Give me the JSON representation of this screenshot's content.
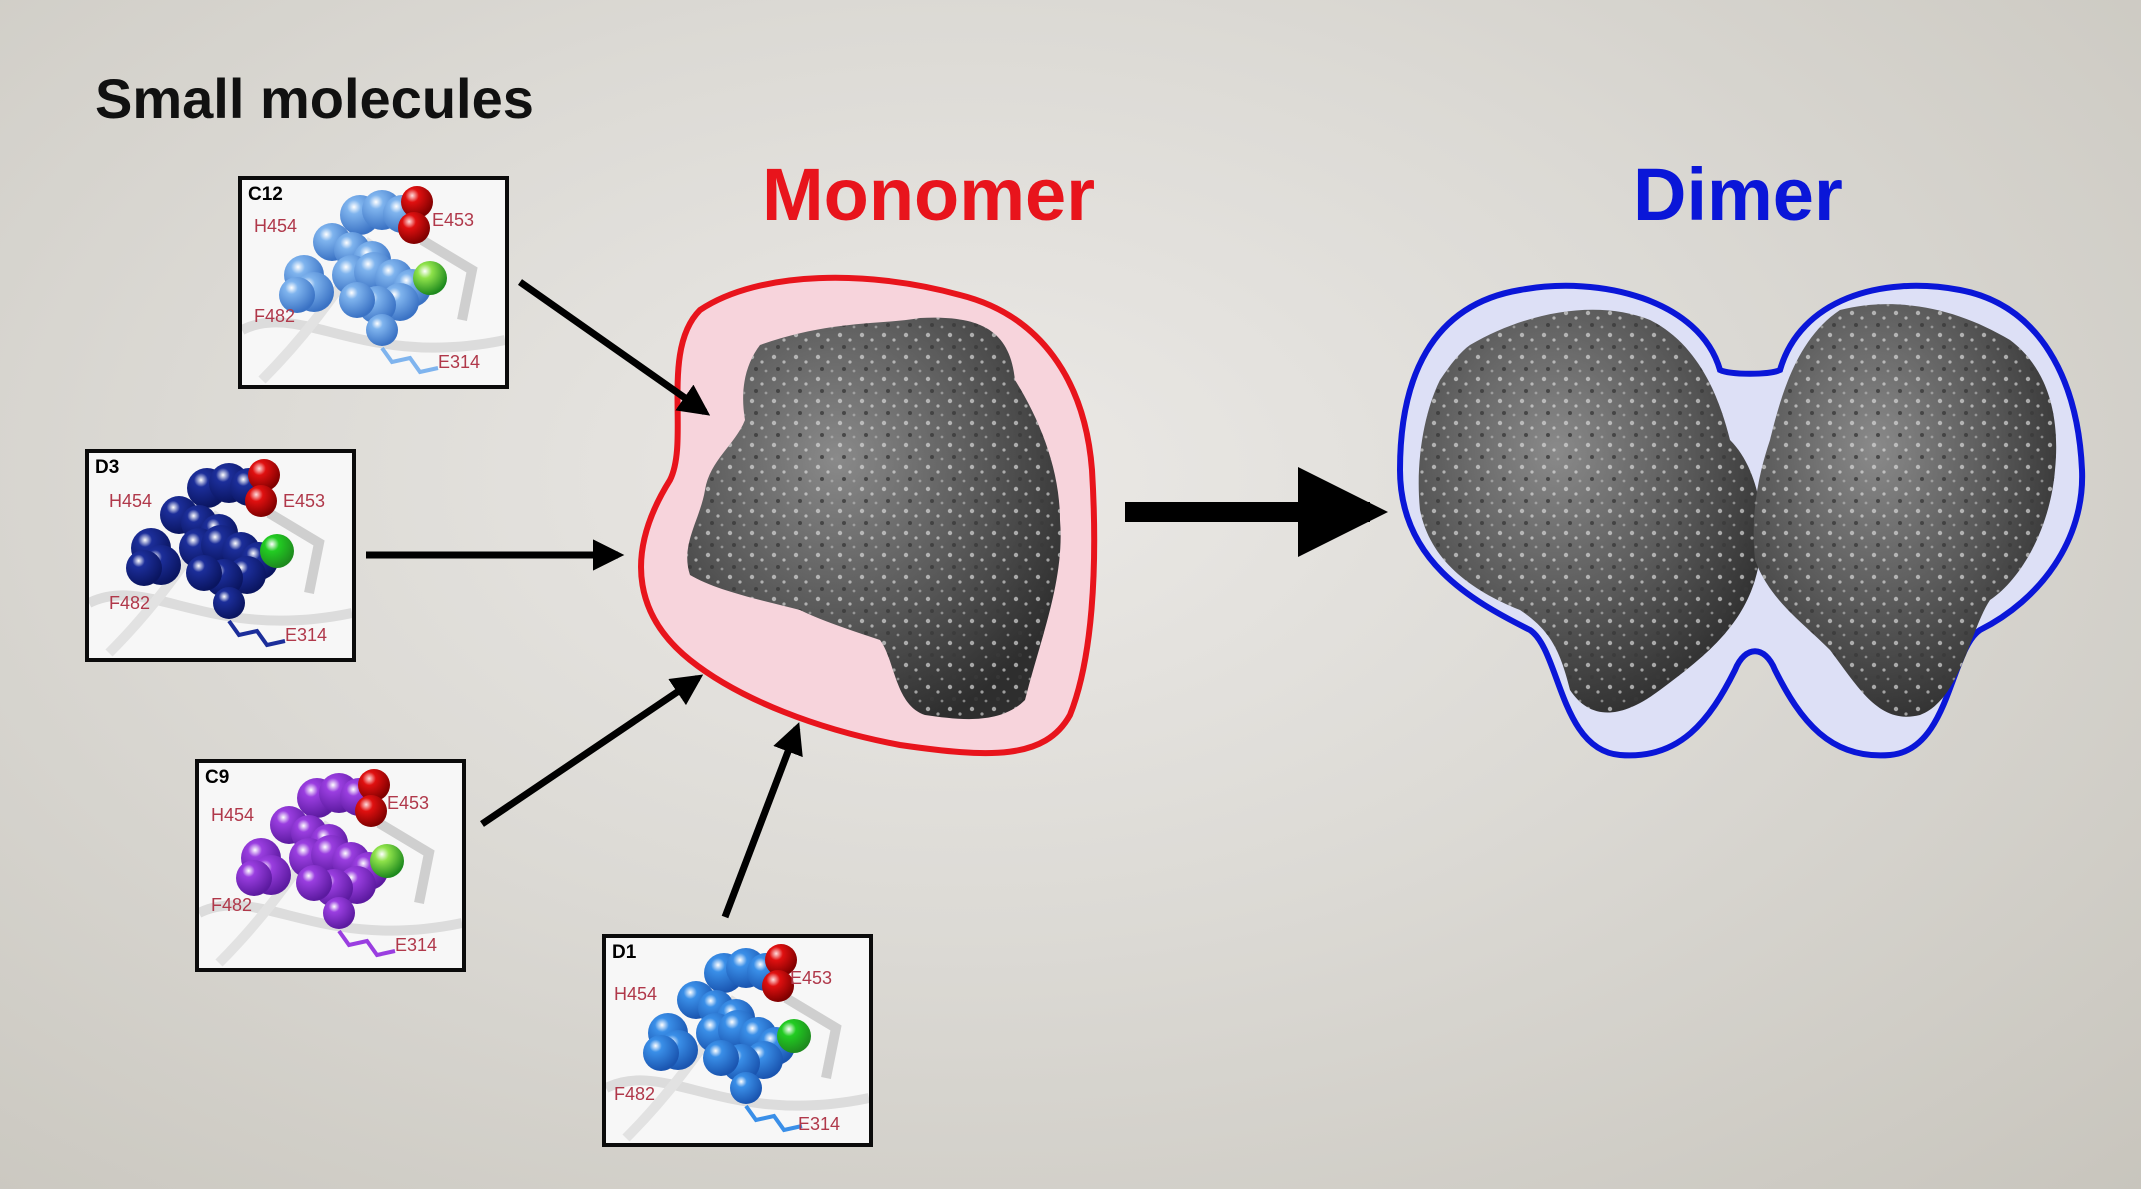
{
  "header": {
    "title": "Small molecules"
  },
  "monomer": {
    "label": "Monomer",
    "color": "#e8141c"
  },
  "dimer": {
    "label": "Dimer",
    "color": "#0a16d8"
  },
  "residues": {
    "his": "H454",
    "glu453": "E453",
    "phe": "F482",
    "glu314": "E314"
  },
  "molecules": [
    {
      "id": "C12",
      "color": "#7fb4ee",
      "dark": "#3a72c4",
      "halogen": "#8ee24a"
    },
    {
      "id": "D3",
      "color": "#1c2e9a",
      "dark": "#0a1560",
      "halogen": "#22cc22"
    },
    {
      "id": "C9",
      "color": "#9a3ee0",
      "dark": "#5c1aa0",
      "halogen": "#8ee24a"
    },
    {
      "id": "D1",
      "color": "#3a8fe8",
      "dark": "#1a55b0",
      "halogen": "#22cc22"
    }
  ]
}
